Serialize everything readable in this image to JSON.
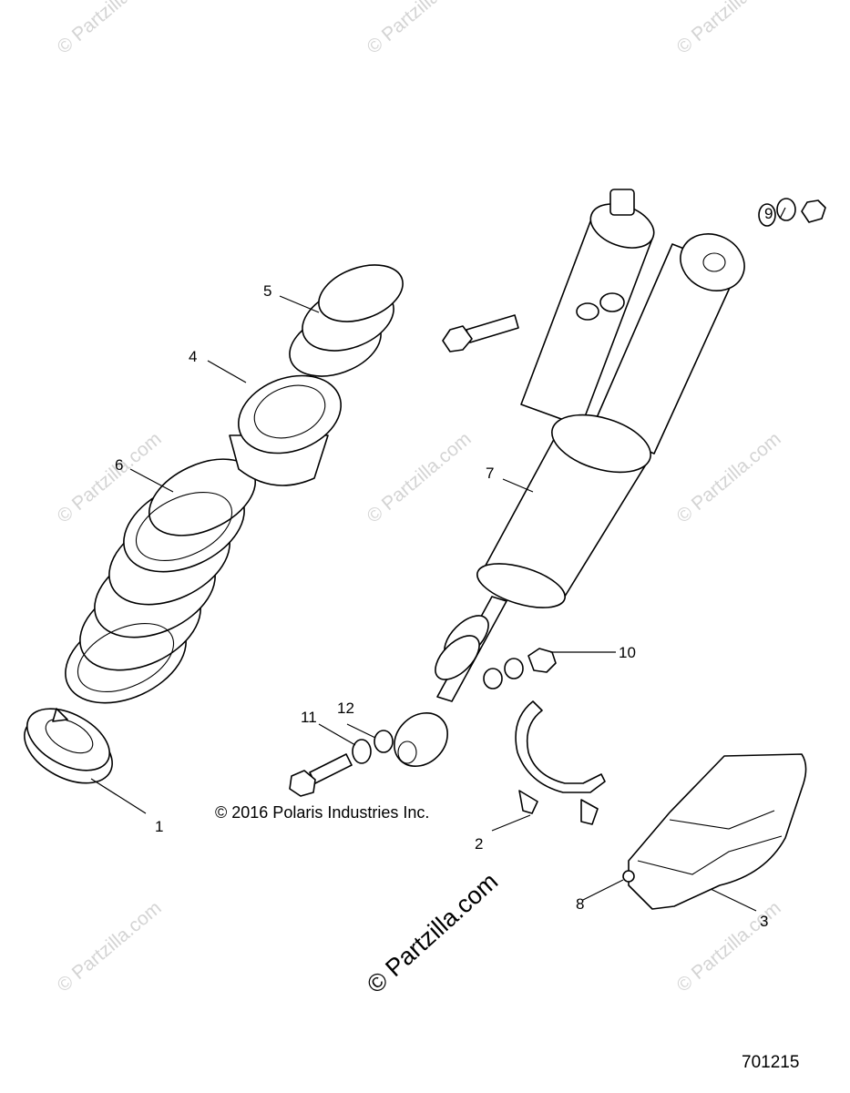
{
  "watermark": "© Partzilla.com",
  "copyright": "© 2016 Polaris Industries Inc.",
  "brand_watermark": "© Partzilla.com",
  "document_number": "701215",
  "callouts": [
    "1",
    "2",
    "3",
    "4",
    "5",
    "6",
    "7",
    "8",
    "9",
    "10",
    "11",
    "12"
  ]
}
